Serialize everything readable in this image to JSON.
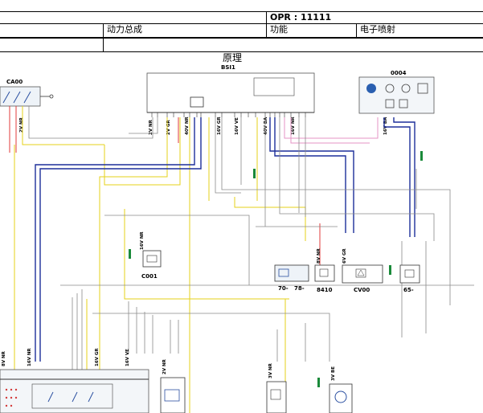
{
  "header": {
    "opr": "OPR : 11111",
    "system": "动力总成",
    "function_label": "功能",
    "function_value": "电子喷射"
  },
  "diagram": {
    "title": "原理",
    "components": {
      "bsi": "BSI1",
      "ca": "CA00",
      "ecu": "0004",
      "c001": "C001",
      "r8410": "8410",
      "cv00": "CV00",
      "c70": "70-",
      "c78": "78-",
      "c65": "65-"
    },
    "connectors": {
      "bsi_a": "2V NR",
      "bsi_b": "2V GR",
      "bsi_c": "40V NR",
      "bsi_d": "16V GR",
      "bsi_e": "16V VE",
      "bsi_f": "40V BA",
      "bsi_g": "16V NR",
      "ca_a": "2V NR",
      "ecu_a": "16V BA",
      "c001_a": "16V NR",
      "r8410_a": "8V NR",
      "cv00_a": "6V GR",
      "bottom_a": "8V NR",
      "bottom_b": "16V NR",
      "bottom_c": "16V GR",
      "bottom_d": "16V VE",
      "bottom_e": "2V NR",
      "bottom_f": "3V NR",
      "bottom_g": "3V BE"
    }
  }
}
